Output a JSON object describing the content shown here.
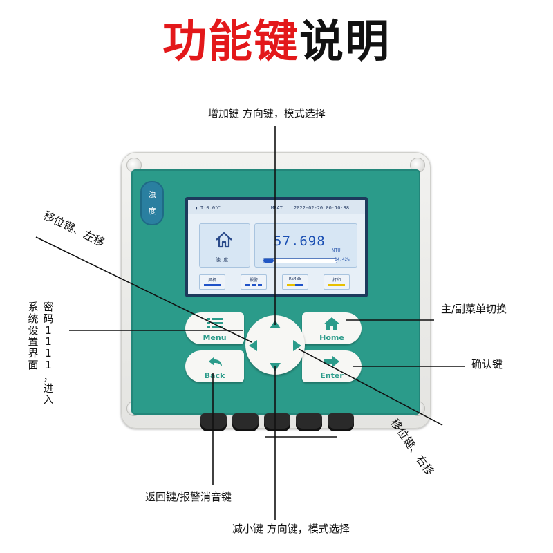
{
  "title": {
    "part1": "功能键",
    "part2": "说明"
  },
  "device": {
    "side_label": [
      "浊",
      "度"
    ],
    "screen": {
      "temp": "T:0.0℃",
      "status": "MBAT",
      "datetime": "2022-02-20 00:10:38",
      "home_label": "浊 度",
      "reading": "57.698",
      "unit": "NTU",
      "percent_text": "14.42%",
      "percent_value": 14.42,
      "buttons": [
        "风机",
        "报警",
        "RS485",
        "打印"
      ]
    },
    "keys": {
      "menu": "Menu",
      "home": "Home",
      "back": "Back",
      "enter": "Enter"
    }
  },
  "callouts": {
    "up": "增加键 方向键，模式选择",
    "left_shift": "移位键、左移",
    "password_col1": [
      "密",
      "码",
      "1",
      "1",
      "1",
      "1",
      "，",
      "进",
      "入"
    ],
    "password_col2": [
      "系",
      "统",
      "设",
      "置",
      "界",
      "面"
    ],
    "home": "主/副菜单切换",
    "enter": "确认键",
    "right_shift": "移位键、右移",
    "back": "返回键/报警消音键",
    "down": "减小键 方向键，模式选择"
  }
}
